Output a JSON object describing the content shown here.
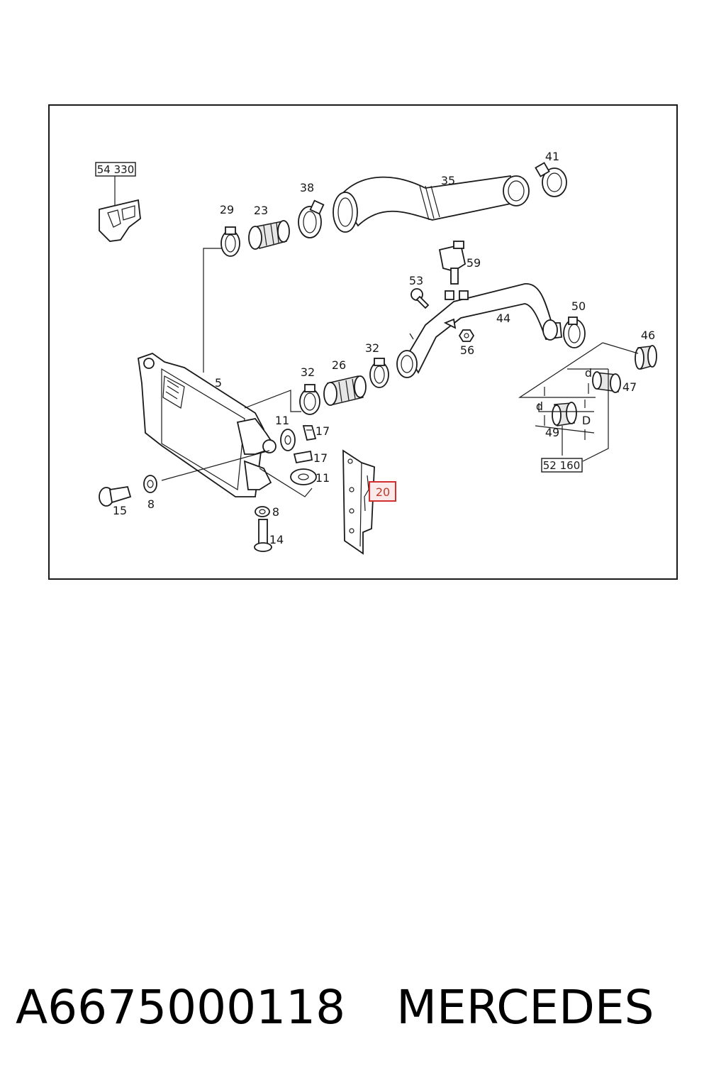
{
  "diagram": {
    "callouts": [
      "5",
      "8",
      "8",
      "11",
      "11",
      "14",
      "15",
      "17",
      "17",
      "23",
      "26",
      "29",
      "32",
      "32",
      "35",
      "38",
      "41",
      "44",
      "46",
      "47",
      "49",
      "50",
      "53",
      "56",
      "59"
    ],
    "references": [
      "54 330",
      "52 160"
    ],
    "highlighted": "20",
    "dimension_labels": [
      "d",
      "d",
      "D"
    ],
    "highlight_color": "#d32f2f"
  },
  "footer": {
    "part_number": "A6675000118",
    "brand": "MERCEDES"
  }
}
